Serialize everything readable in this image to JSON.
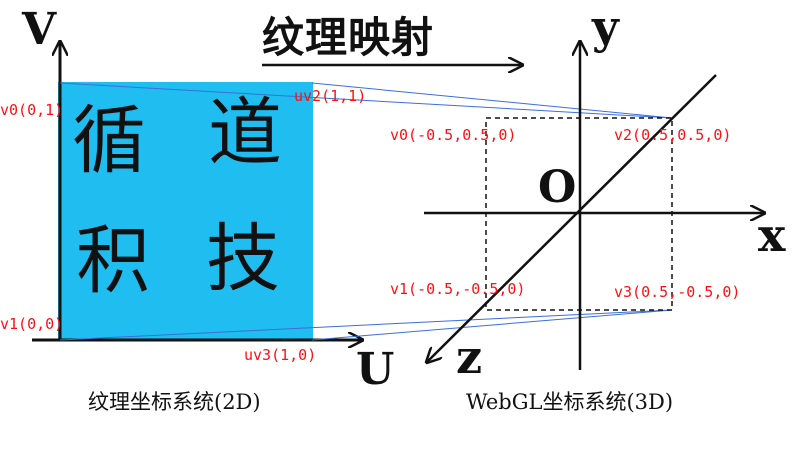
{
  "title": "纹理映射",
  "texture_axes": {
    "v_label": "V",
    "u_label": "U"
  },
  "webgl_axes": {
    "y_label": "y",
    "x_label": "x",
    "z_label": "z",
    "origin_label": "O"
  },
  "texture_uv_labels": {
    "v0": "v0(0,1)",
    "v1": "v1(0,0)",
    "uv2": "uv2(1,1)",
    "uv3": "uv3(1,0)"
  },
  "vertex_labels": {
    "v0": "v0(-0.5,0.5,0)",
    "v1": "v1(-0.5,-0.5,0)",
    "v2": "v2(0.5,0.5,0)",
    "v3": "v3(0.5,-0.5,0)"
  },
  "texture_glyphs": [
    "循",
    "道",
    "积",
    "技"
  ],
  "captions": {
    "left": "纹理坐标系统(2D)",
    "right": "WebGL坐标系统(3D)"
  },
  "colors": {
    "texture_fill": "#1fbdf0",
    "mapping_lines": "#3a6fd8",
    "label_red": "#ff1010",
    "axis": "#111111"
  }
}
